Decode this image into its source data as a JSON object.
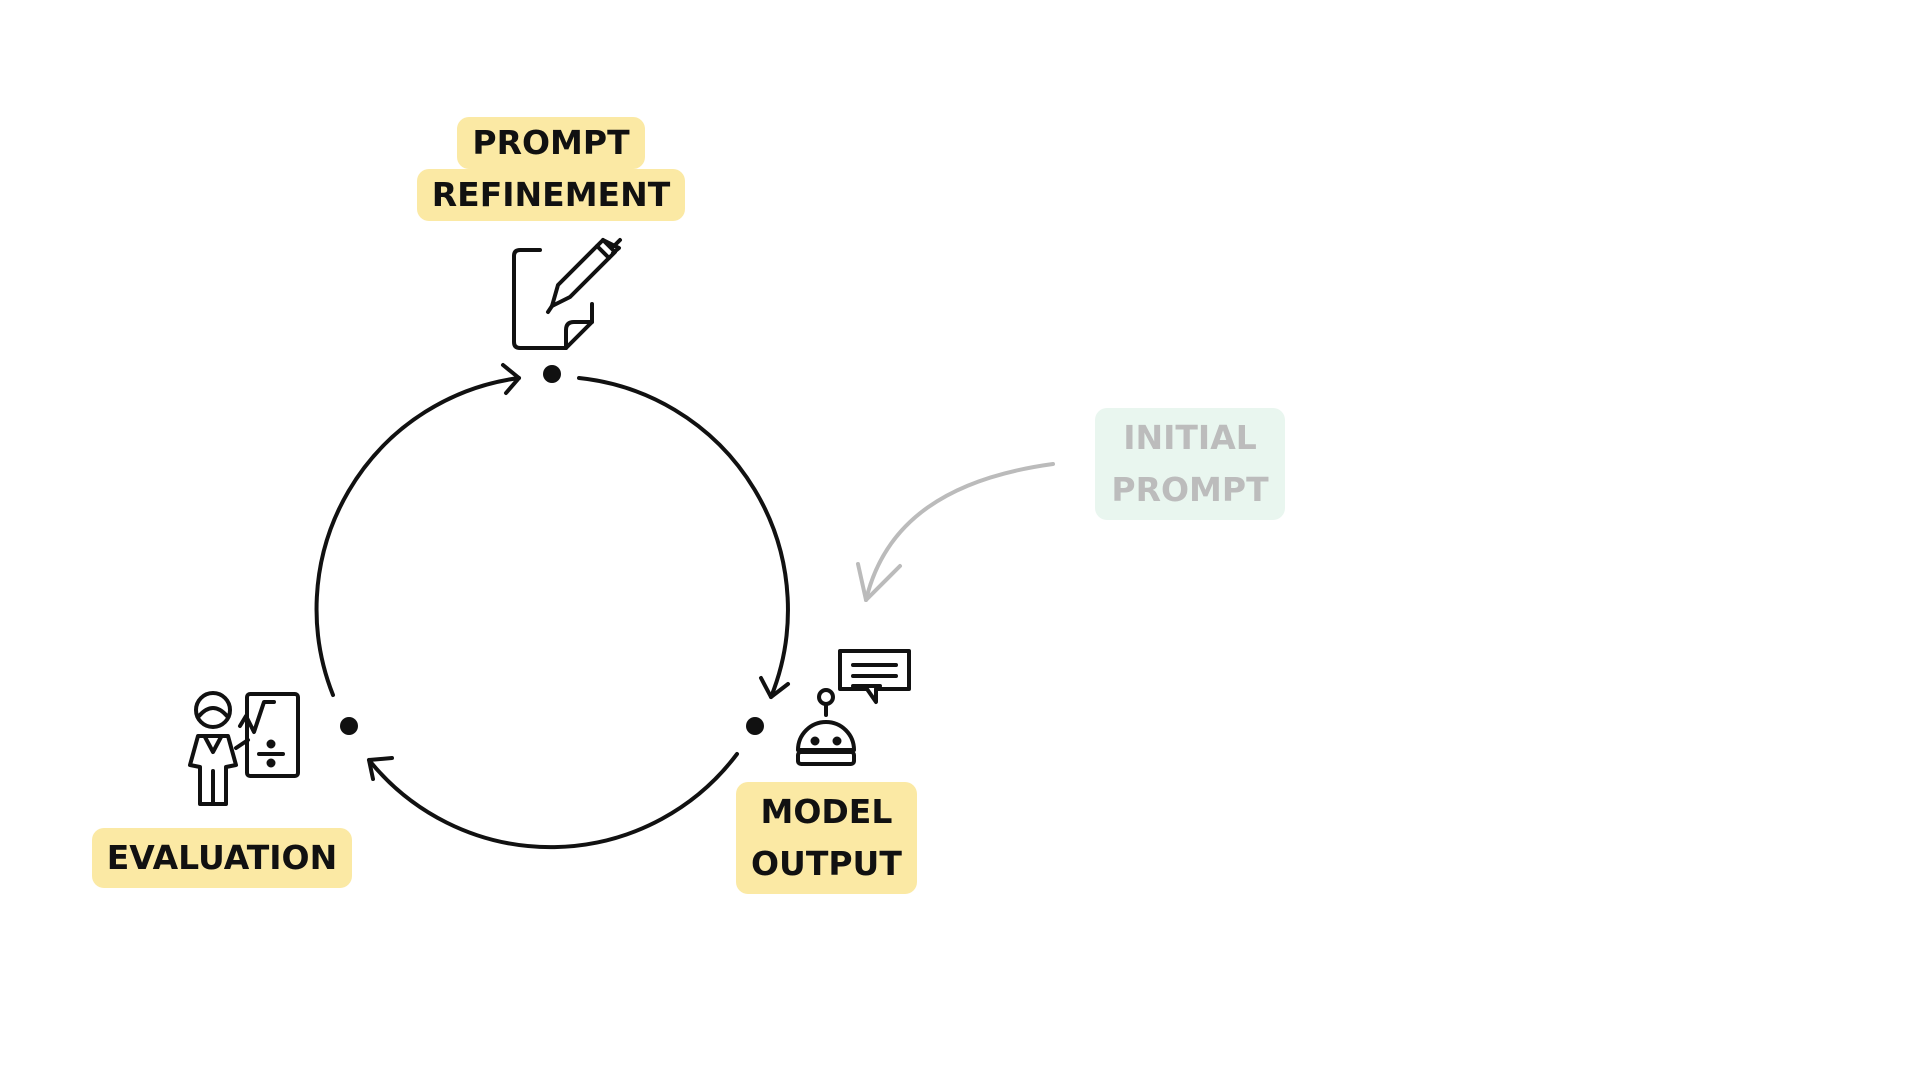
{
  "colors": {
    "label_background": "#fbe9a4",
    "initial_background": "#e9f6ef",
    "initial_text": "#bcbcbc",
    "initial_arrow": "#bbbbbb",
    "ink": "#111111"
  },
  "stages": {
    "prompt_refinement": {
      "lines": [
        "PROMPT",
        "REFINEMENT"
      ],
      "icon": "document-pen-icon"
    },
    "model_output": {
      "lines": [
        "MODEL",
        "OUTPUT"
      ],
      "icon": "robot-chat-icon"
    },
    "evaluation": {
      "lines": [
        "EVALUATION"
      ],
      "icon": "teacher-board-icon"
    }
  },
  "entry": {
    "lines": [
      "INITIAL",
      "PROMPT"
    ]
  }
}
